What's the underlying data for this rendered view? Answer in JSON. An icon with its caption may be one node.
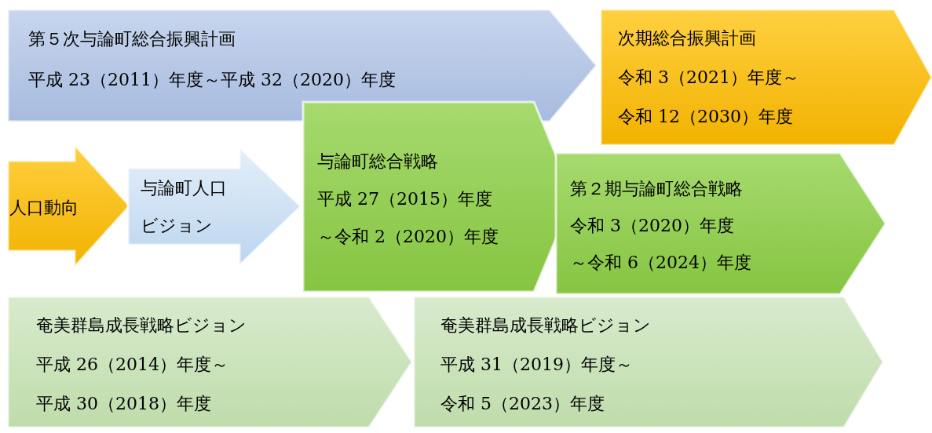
{
  "diagram": {
    "nodes": [
      {
        "text": [
          "第５次与論町総合振興計画",
          "平成 23（2011）年度～平成 32（2020）年度"
        ]
      },
      {
        "text": [
          "次期総合振興計画",
          "令和 3（2021）年度～",
          "令和 12（2030）年度"
        ]
      },
      {
        "text": [
          "人口動向"
        ]
      },
      {
        "text": [
          "与論町人口ビジョン"
        ]
      },
      {
        "text": [
          "与論町総合戦略",
          "平成 27（2015）年度",
          "～令和 2（2020）年度"
        ]
      },
      {
        "text": [
          "第２期与論町総合戦略",
          "令和 3（2020）年度",
          "～令和 6（2024）年度"
        ]
      },
      {
        "text": [
          "奄美群島成長戦略ビジョン",
          "平成 26（2014）年度～",
          "平成 30（2018）年度"
        ]
      },
      {
        "text": [
          "奄美群島成長戦略ビジョン",
          "平成 31（2019）年度～",
          "令和 5（2023）年度"
        ]
      }
    ]
  }
}
